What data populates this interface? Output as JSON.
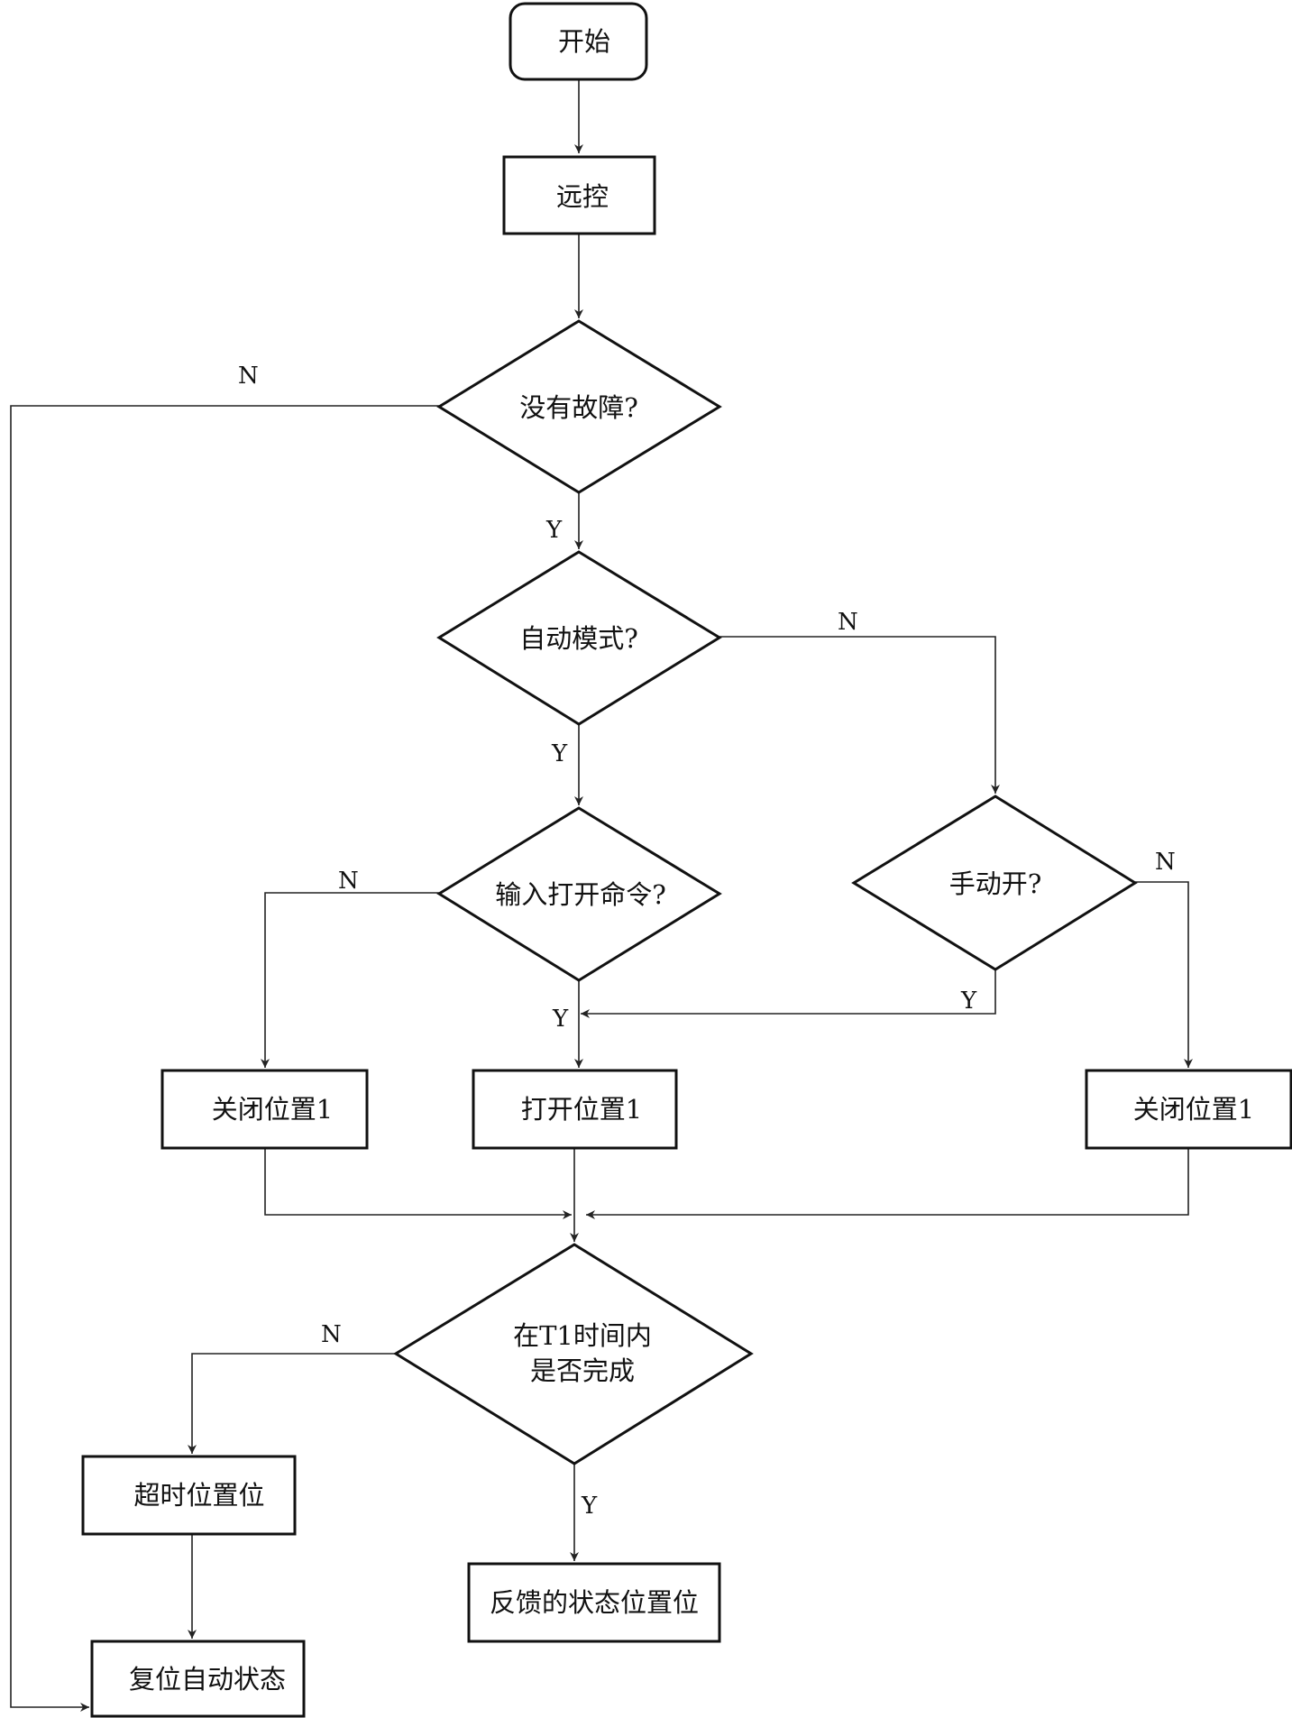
{
  "nodes": {
    "start": "开始",
    "remote": "远控",
    "no_fault": "没有故障?",
    "auto_mode": "自动模式?",
    "open_cmd": "输入打开命令?",
    "manual_open": "手动开?",
    "close_pos_left": "关闭位置1",
    "open_pos": "打开位置1",
    "close_pos_right": "关闭位置1",
    "t1_check_line1": "在T1时间内",
    "t1_check_line2": "是否完成",
    "timeout_pos": "超时位置位",
    "feedback_pos": "反馈的状态位置位",
    "reset_auto": "复位自动状态"
  },
  "edge_labels": {
    "no_fault_n": "N",
    "no_fault_y": "Y",
    "auto_mode_n": "N",
    "auto_mode_y": "Y",
    "open_cmd_n": "N",
    "open_cmd_y": "Y",
    "manual_open_n": "N",
    "manual_open_y": "Y",
    "t1_n": "N",
    "t1_y": "Y"
  }
}
